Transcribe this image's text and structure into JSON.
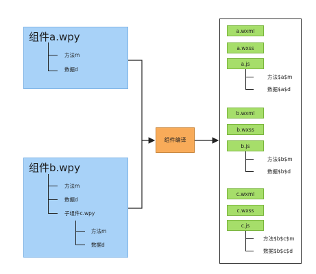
{
  "compA": {
    "title": "组件a.wpy",
    "method": "方法m",
    "data": "数据d"
  },
  "compB": {
    "title": "组件b.wpy",
    "method": "方法m",
    "data": "数据d",
    "child": "子组件c.wpy",
    "child_method": "方法m",
    "child_data": "数据d"
  },
  "compiler": {
    "label": "组件编译"
  },
  "output": {
    "a": {
      "wxml": "a.wxml",
      "wxss": "a.wxss",
      "js": "a.js",
      "method": "方法$a$m",
      "data": "数据$a$d"
    },
    "b": {
      "wxml": "b.wxml",
      "wxss": "b.wxss",
      "js": "b.js",
      "method": "方法$b$m",
      "data": "数据$b$d"
    },
    "c": {
      "wxml": "c.wxml",
      "wxss": "c.wxss",
      "js": "c.js",
      "method": "方法$b$c$m",
      "data": "数据$b$c$d"
    }
  },
  "colors": {
    "component_fill": "#a8d2f8",
    "compiler_fill": "#f8ab59",
    "output_fill": "#a6de6a"
  }
}
